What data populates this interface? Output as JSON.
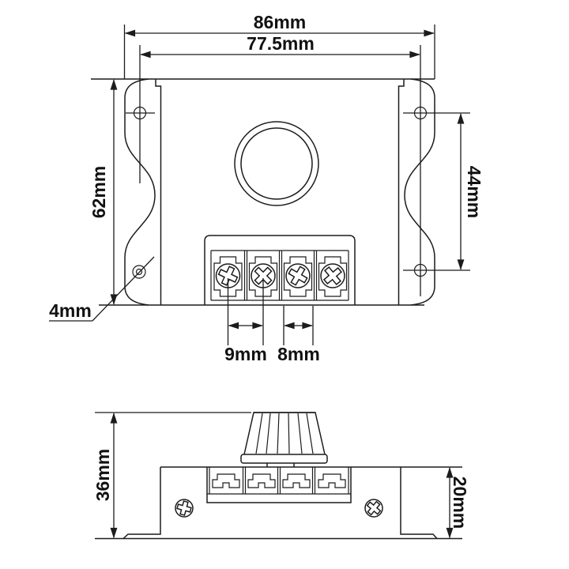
{
  "front": {
    "dimensions": {
      "overall_width": "86mm",
      "hole_spacing_h": "77.5mm",
      "overall_height": "62mm",
      "hole_spacing_v": "44mm",
      "hole_diameter": "4mm",
      "terminal_pitch_a": "9mm",
      "terminal_pitch_b": "8mm"
    }
  },
  "side": {
    "dimensions": {
      "total_height": "36mm",
      "body_height": "20mm"
    }
  },
  "colors": {
    "line": "#1c1c1c",
    "text": "#111111",
    "background": "#ffffff"
  }
}
